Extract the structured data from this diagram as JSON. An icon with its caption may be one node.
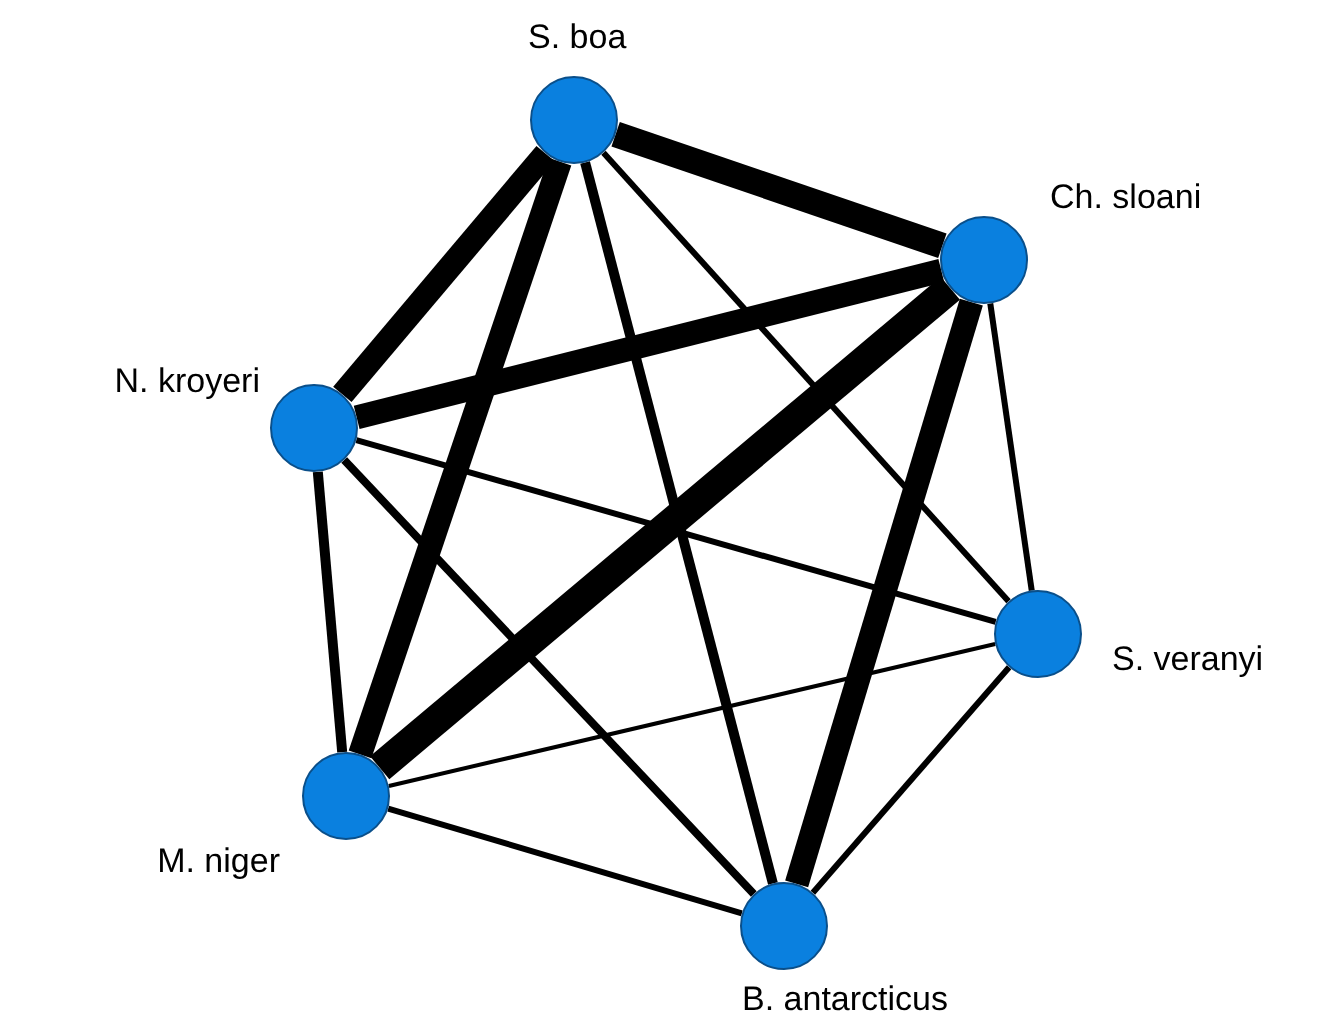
{
  "diagram": {
    "nodes": [
      {
        "text": [
          "S. boa"
        ]
      },
      {
        "text": [
          "Ch. sloani"
        ]
      },
      {
        "text": [
          "N. kroyeri"
        ]
      },
      {
        "text": [
          "S. veranyi"
        ]
      },
      {
        "text": [
          "M. niger"
        ]
      },
      {
        "text": [
          "B. antarcticus"
        ]
      }
    ],
    "edges": [
      {
        "from": 0,
        "to": 1,
        "arrow": "none",
        "style": "thick"
      },
      {
        "from": 0,
        "to": 2,
        "arrow": "none",
        "style": "thick"
      },
      {
        "from": 0,
        "to": 4,
        "arrow": "none",
        "style": "thick"
      },
      {
        "from": 0,
        "to": 5,
        "arrow": "none"
      },
      {
        "from": 0,
        "to": 3,
        "arrow": "none"
      },
      {
        "from": 1,
        "to": 2,
        "arrow": "none",
        "style": "thick"
      },
      {
        "from": 1,
        "to": 4,
        "arrow": "none",
        "style": "thick"
      },
      {
        "from": 1,
        "to": 5,
        "arrow": "none",
        "style": "thick"
      },
      {
        "from": 1,
        "to": 3,
        "arrow": "none"
      },
      {
        "from": 2,
        "to": 3,
        "arrow": "none"
      },
      {
        "from": 2,
        "to": 4,
        "arrow": "none"
      },
      {
        "from": 2,
        "to": 5,
        "arrow": "none"
      },
      {
        "from": 4,
        "to": 3,
        "arrow": "none"
      },
      {
        "from": 4,
        "to": 5,
        "arrow": "none"
      },
      {
        "from": 3,
        "to": 5,
        "arrow": "none"
      }
    ]
  }
}
